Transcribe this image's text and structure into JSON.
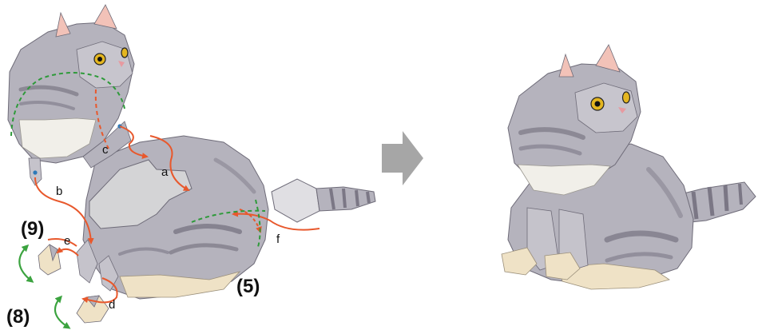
{
  "labels": {
    "a": "a",
    "b": "b",
    "c": "c",
    "d": "d",
    "e": "e",
    "f": "f",
    "step5": "(5)",
    "step8": "(8)",
    "step9": "(9)"
  },
  "colors": {
    "fur": "#b5b3bd",
    "fur_dark": "#8f8c98",
    "stripe": "#7b7785",
    "chest": "#f1efe9",
    "paw": "#efe2c6",
    "inner_cut": "#d4d4d6",
    "ear_pink": "#f2c2b8",
    "eye": "#e4b620",
    "attach_arrow": "#e8582c",
    "fold_line": "#2e9a3a",
    "rotate_arrow": "#3ba33f",
    "process_arrow": "#a6a6a6",
    "glue_dot": "#2c79b8"
  }
}
